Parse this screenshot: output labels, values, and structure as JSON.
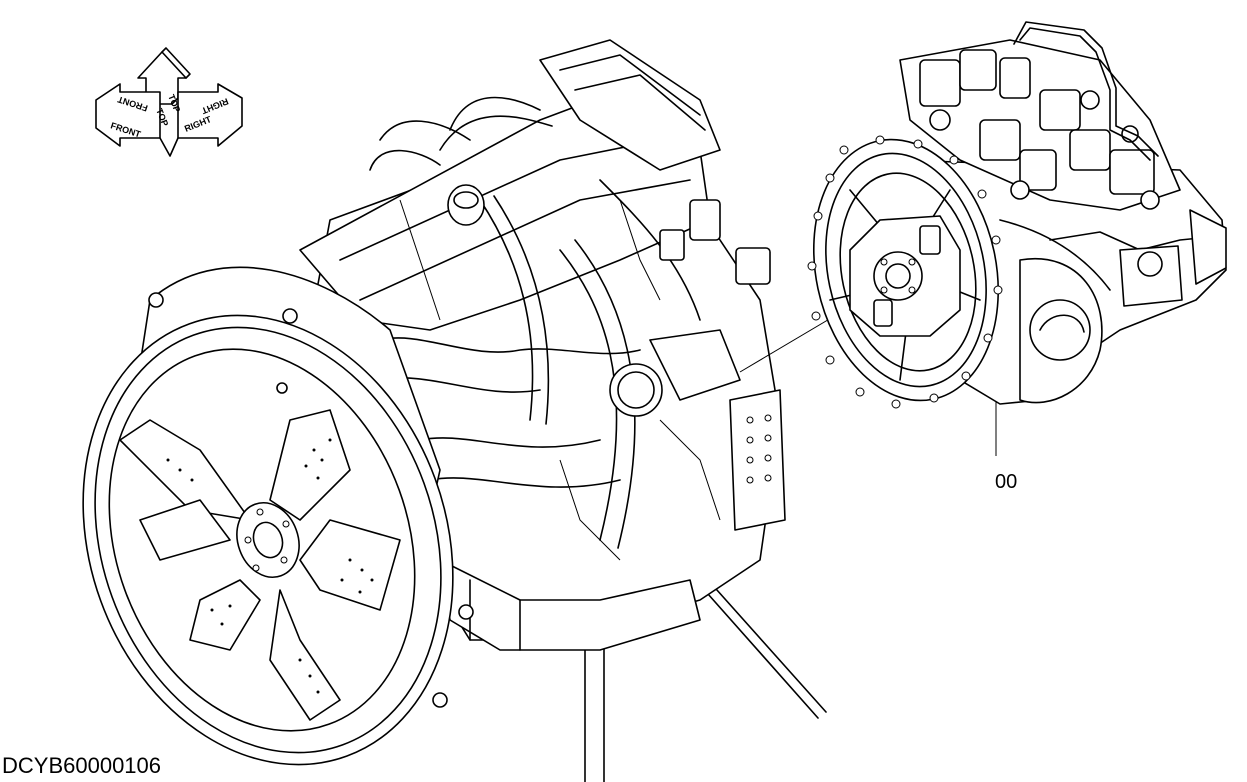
{
  "drawing_code": "DCYB60000106",
  "callout_label": "00",
  "direction_indicator": {
    "top": "TOP",
    "front": "FRONT",
    "right": "RIGHT"
  },
  "icons": [
    "orientation-arrows-icon",
    "engine-illustration",
    "hydraulic-pump-illustration"
  ]
}
